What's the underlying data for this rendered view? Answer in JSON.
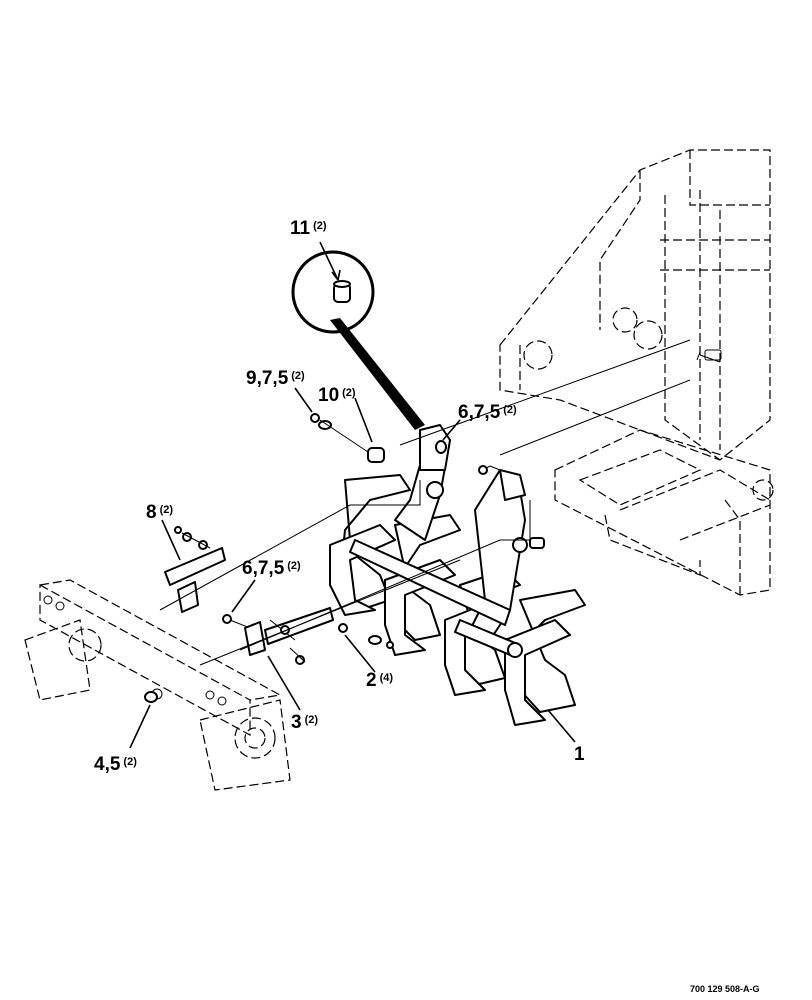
{
  "callouts": {
    "c11": {
      "num": "11",
      "qty": "(2)"
    },
    "c975": {
      "num": "9,7,5",
      "qty": "(2)"
    },
    "c10": {
      "num": "10",
      "qty": "(2)"
    },
    "c675_top": {
      "num": "6,7,5",
      "qty": "(2)"
    },
    "c8": {
      "num": "8",
      "qty": "(2)"
    },
    "c675_mid": {
      "num": "6,7,5",
      "qty": "(2)"
    },
    "c2": {
      "num": "2",
      "qty": "(4)"
    },
    "c3": {
      "num": "3",
      "qty": "(2)"
    },
    "c45": {
      "num": "4,5",
      "qty": "(2)"
    },
    "c1": {
      "num": "1",
      "qty": ""
    }
  },
  "drawing_number": "700 129 508-A-G"
}
